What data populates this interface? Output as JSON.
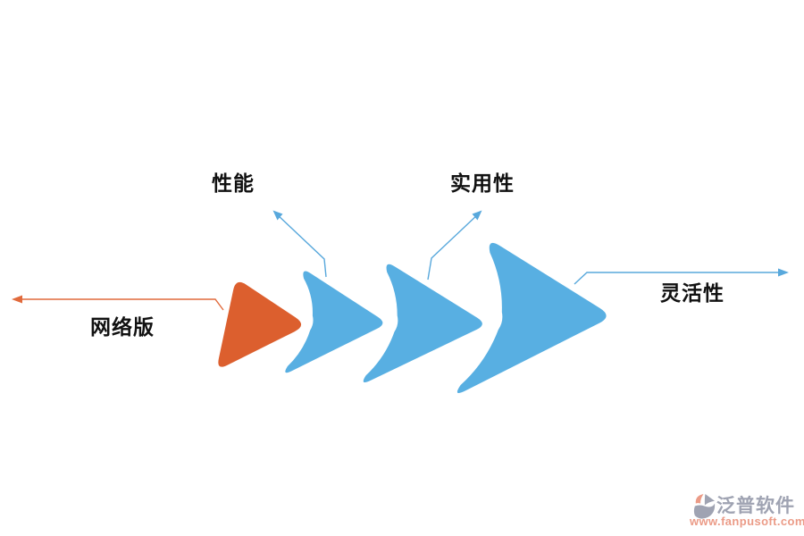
{
  "diagram": {
    "labels": {
      "network": "网络版",
      "performance": "性能",
      "practicality": "实用性",
      "flexibility": "灵活性"
    },
    "shapes": [
      {
        "name": "network-arrow",
        "color_key": "orange"
      },
      {
        "name": "performance-chevron",
        "color_key": "blue"
      },
      {
        "name": "practicality-chevron",
        "color_key": "blue"
      },
      {
        "name": "flexibility-chevron",
        "color_key": "blue"
      }
    ]
  },
  "colors": {
    "orange": "#DC5F2E",
    "blue": "#58AFE2",
    "orange_line": "#E16A3C",
    "blue_line": "#58A8DC",
    "label_text": "#111111",
    "watermark_gray": "#9FA3B2",
    "watermark_salmon": "#EB9B87"
  },
  "watermark": {
    "brand": "泛普软件",
    "url": "www.fanpusoft.com"
  }
}
